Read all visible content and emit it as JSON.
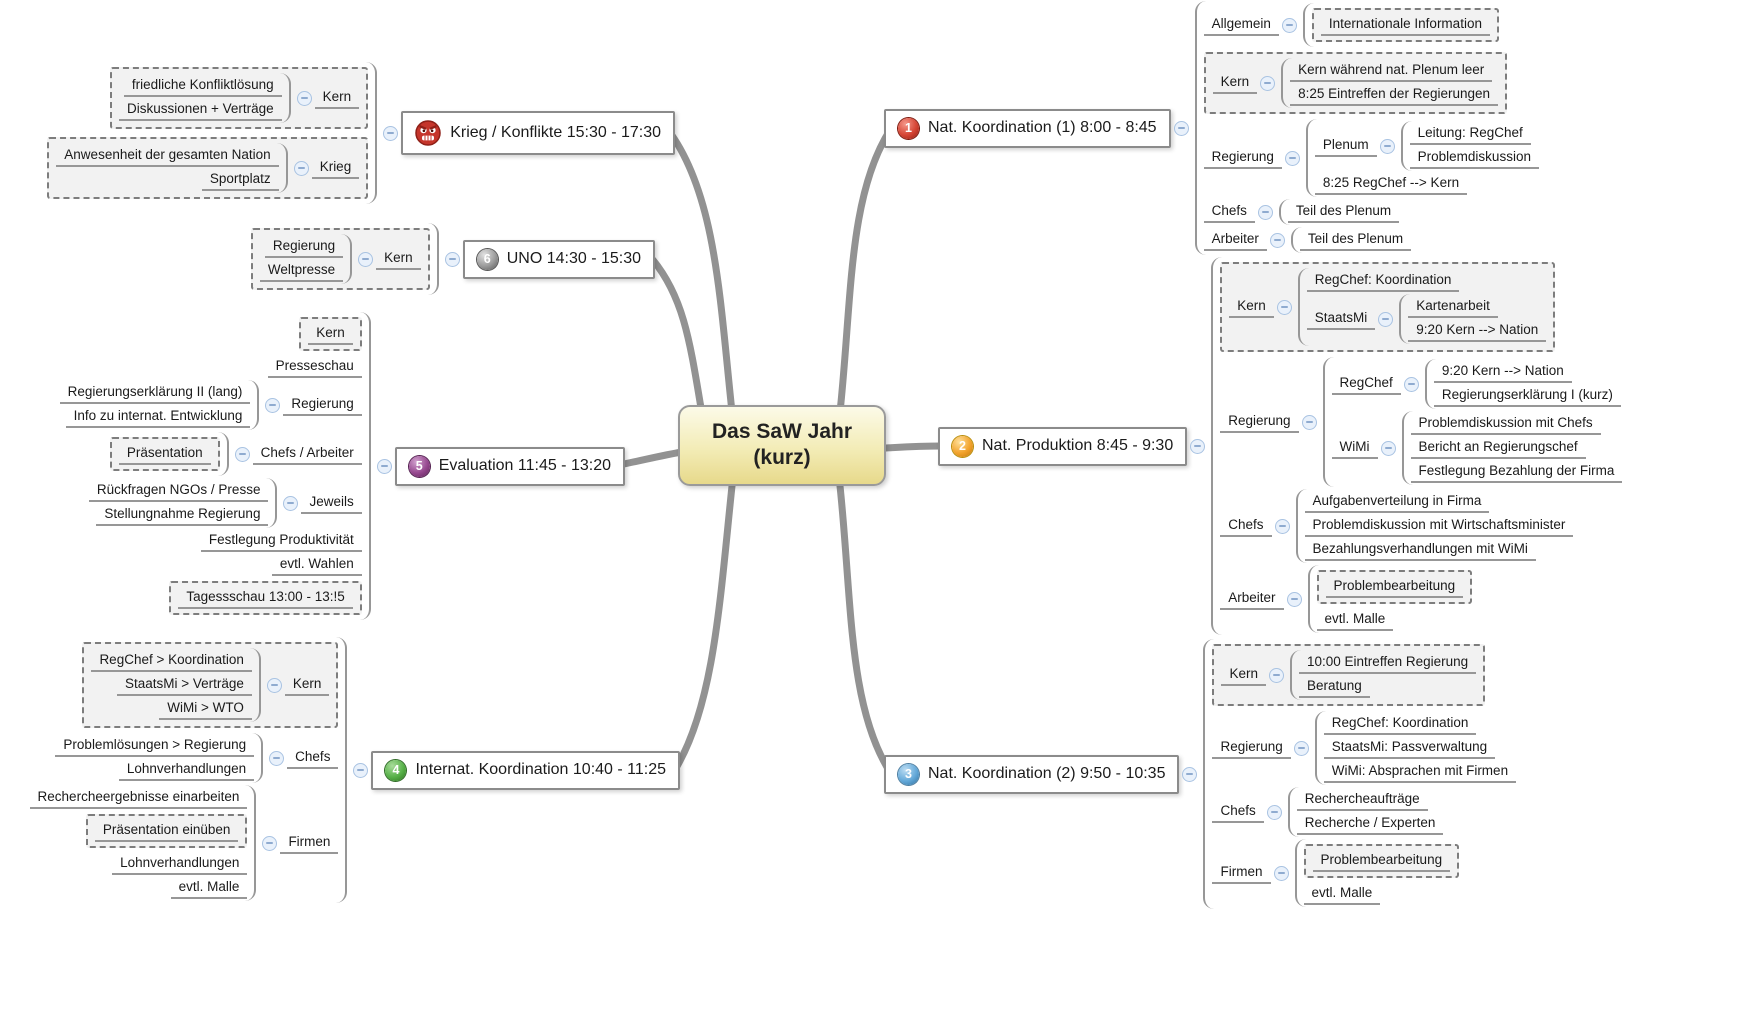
{
  "root": {
    "label": "Das SaW Jahr (kurz)"
  },
  "colors": {
    "root_fill_top": "#fcfae8",
    "root_fill_bottom": "#e7d98b",
    "edge_gray": "#7f7f7f",
    "cloud_fill": "#f2f2f2",
    "collapse_icon_fill": "#e9f1fb",
    "badge_1": "#d54434",
    "badge_2": "#f2a32d",
    "badge_3": "#64a9d9",
    "badge_4": "#57b148",
    "badge_5": "#96488f",
    "badge_6": "#9b9b9b",
    "angry_face": "#c5352b"
  },
  "branches": [
    {
      "label": "Nat. Koordination (1) 8:00 - 8:45",
      "icon": "1",
      "side": "right",
      "children": [
        {
          "label": "Allgemein",
          "children": [
            {
              "label": "Internationale Information",
              "cloud": true
            }
          ]
        },
        {
          "label": "Kern",
          "cloud": true,
          "children": [
            {
              "label": "Kern während nat. Plenum leer"
            },
            {
              "label": "8:25 Eintreffen der Regierungen"
            }
          ]
        },
        {
          "label": "Regierung",
          "children": [
            {
              "label": "Plenum",
              "children": [
                {
                  "label": "Leitung: RegChef"
                },
                {
                  "label": "Problemdiskussion"
                }
              ]
            },
            {
              "label": "8:25 RegChef --> Kern"
            }
          ]
        },
        {
          "label": "Chefs",
          "children": [
            {
              "label": "Teil des Plenum"
            }
          ]
        },
        {
          "label": "Arbeiter",
          "children": [
            {
              "label": "Teil des Plenum"
            }
          ]
        }
      ]
    },
    {
      "label": "Nat. Produktion 8:45 - 9:30",
      "icon": "2",
      "side": "right",
      "children": [
        {
          "label": "Kern",
          "cloud": true,
          "children": [
            {
              "label": "RegChef: Koordination"
            },
            {
              "label": "StaatsMi",
              "children": [
                {
                  "label": "Kartenarbeit"
                },
                {
                  "label": "9:20 Kern --> Nation"
                }
              ]
            }
          ]
        },
        {
          "label": "Regierung",
          "children": [
            {
              "label": "RegChef",
              "children": [
                {
                  "label": "9:20 Kern --> Nation"
                },
                {
                  "label": "Regierungserklärung I (kurz)"
                }
              ]
            },
            {
              "label": "WiMi",
              "children": [
                {
                  "label": "Problemdiskussion mit Chefs"
                },
                {
                  "label": "Bericht an Regierungschef"
                },
                {
                  "label": "Festlegung Bezahlung der Firma"
                }
              ]
            }
          ]
        },
        {
          "label": "Chefs",
          "children": [
            {
              "label": "Aufgabenverteilung in Firma"
            },
            {
              "label": "Problemdiskussion mit Wirtschaftsminister"
            },
            {
              "label": "Bezahlungsverhandlungen mit WiMi"
            }
          ]
        },
        {
          "label": "Arbeiter",
          "children": [
            {
              "label": "Problembearbeitung",
              "cloud": true
            },
            {
              "label": "evtl. Malle"
            }
          ]
        }
      ]
    },
    {
      "label": "Nat. Koordination (2) 9:50 - 10:35",
      "icon": "3",
      "side": "right",
      "children": [
        {
          "label": "Kern",
          "cloud": true,
          "children": [
            {
              "label": "10:00 Eintreffen Regierung"
            },
            {
              "label": "Beratung"
            }
          ]
        },
        {
          "label": "Regierung",
          "children": [
            {
              "label": "RegChef: Koordination"
            },
            {
              "label": "StaatsMi: Passverwaltung"
            },
            {
              "label": "WiMi: Absprachen mit Firmen"
            }
          ]
        },
        {
          "label": "Chefs",
          "children": [
            {
              "label": "Rechercheaufträge"
            },
            {
              "label": "Recherche / Experten"
            }
          ]
        },
        {
          "label": "Firmen",
          "children": [
            {
              "label": "Problembearbeitung",
              "cloud": true
            },
            {
              "label": "evtl. Malle"
            }
          ]
        }
      ]
    },
    {
      "label": "Internat. Koordination 10:40 - 11:25",
      "icon": "4",
      "side": "left",
      "children": [
        {
          "label": "Kern",
          "cloud": true,
          "children": [
            {
              "label": "RegChef > Koordination"
            },
            {
              "label": "StaatsMi > Verträge"
            },
            {
              "label": "WiMi > WTO"
            }
          ]
        },
        {
          "label": "Chefs",
          "children": [
            {
              "label": "Problemlösungen > Regierung"
            },
            {
              "label": "Lohnverhandlungen"
            }
          ]
        },
        {
          "label": "Firmen",
          "children": [
            {
              "label": "Rechercheergebnisse einarbeiten"
            },
            {
              "label": "Präsentation einüben",
              "cloud": true
            },
            {
              "label": "Lohnverhandlungen"
            },
            {
              "label": "evtl. Malle"
            }
          ]
        }
      ]
    },
    {
      "label": "Evaluation 11:45 - 13:20",
      "icon": "5",
      "side": "left",
      "children": [
        {
          "label": "Kern",
          "cloud": true
        },
        {
          "label": "Presseschau"
        },
        {
          "label": "Regierung",
          "children": [
            {
              "label": "Regierungserklärung II (lang)"
            },
            {
              "label": "Info zu internat. Entwicklung"
            }
          ]
        },
        {
          "label": "Chefs / Arbeiter",
          "children": [
            {
              "label": "Präsentation",
              "cloud": true
            }
          ]
        },
        {
          "label": "Jeweils",
          "children": [
            {
              "label": "Rückfragen NGOs / Presse"
            },
            {
              "label": "Stellungnahme Regierung"
            }
          ]
        },
        {
          "label": "Festlegung Produktivität"
        },
        {
          "label": "evtl. Wahlen"
        },
        {
          "label": "Tagessschau 13:00 - 13:!5",
          "cloud": true
        }
      ]
    },
    {
      "label": "UNO 14:30 - 15:30",
      "icon": "6",
      "side": "left",
      "children": [
        {
          "label": "Kern",
          "cloud": true,
          "children": [
            {
              "label": "Regierung"
            },
            {
              "label": "Weltpresse"
            }
          ]
        }
      ]
    },
    {
      "label": "Krieg / Konflikte 15:30 - 17:30",
      "icon": "angry-face",
      "side": "left",
      "children": [
        {
          "label": "Kern",
          "cloud": true,
          "children": [
            {
              "label": "friedliche Konfliktlösung"
            },
            {
              "label": "Diskussionen + Verträge"
            }
          ]
        },
        {
          "label": "Krieg",
          "cloud": true,
          "children": [
            {
              "label": "Anwesenheit der gesamten Nation"
            },
            {
              "label": "Sportplatz"
            }
          ]
        }
      ]
    }
  ]
}
